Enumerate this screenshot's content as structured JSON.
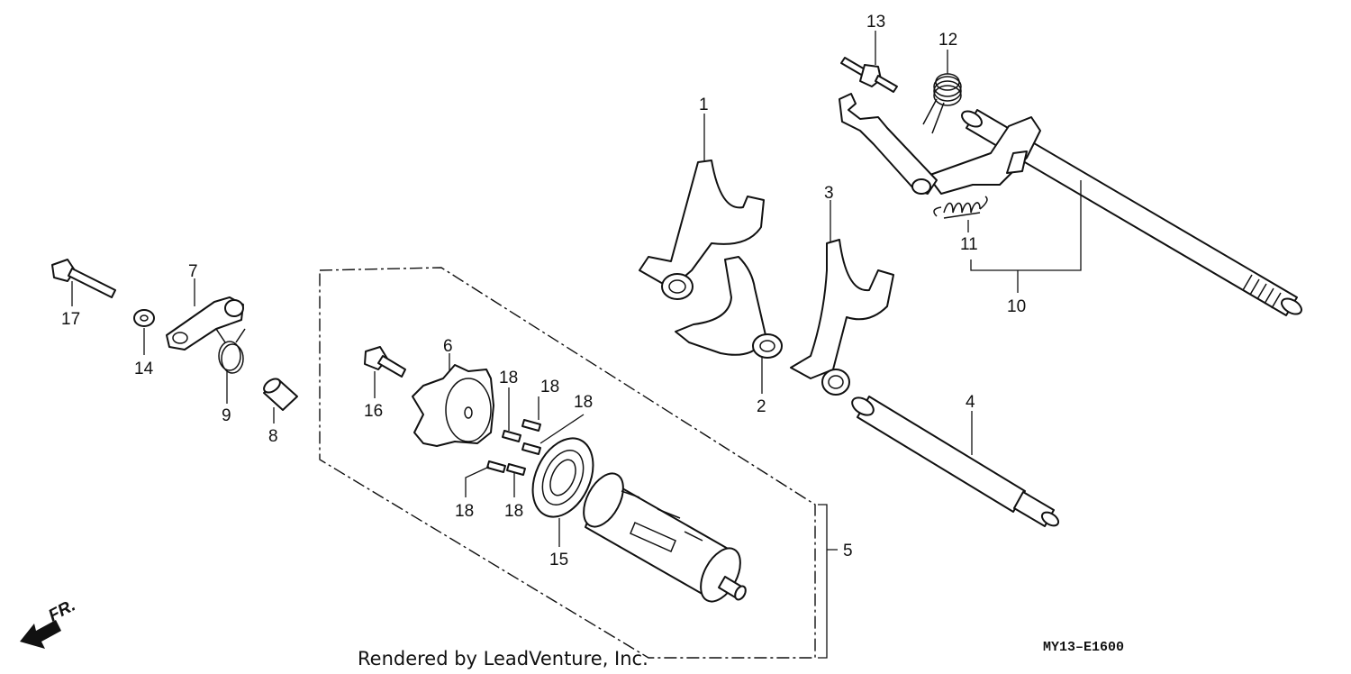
{
  "diagram": {
    "part_labels": [
      {
        "id": "1",
        "text": "1"
      },
      {
        "id": "2",
        "text": "2"
      },
      {
        "id": "3",
        "text": "3"
      },
      {
        "id": "4",
        "text": "4"
      },
      {
        "id": "5",
        "text": "5"
      },
      {
        "id": "6",
        "text": "6"
      },
      {
        "id": "7",
        "text": "7"
      },
      {
        "id": "8",
        "text": "8"
      },
      {
        "id": "9",
        "text": "9"
      },
      {
        "id": "10",
        "text": "10"
      },
      {
        "id": "11",
        "text": "11"
      },
      {
        "id": "12",
        "text": "12"
      },
      {
        "id": "13",
        "text": "13"
      },
      {
        "id": "14",
        "text": "14"
      },
      {
        "id": "15",
        "text": "15"
      },
      {
        "id": "16",
        "text": "16"
      },
      {
        "id": "17",
        "text": "17"
      },
      {
        "id": "18a",
        "text": "18"
      },
      {
        "id": "18b",
        "text": "18"
      },
      {
        "id": "18c",
        "text": "18"
      },
      {
        "id": "18d",
        "text": "18"
      },
      {
        "id": "18e",
        "text": "18"
      }
    ],
    "front_indicator": "FR.",
    "diagram_code": "MY13–E1600",
    "credit": "Rendered by LeadVenture, Inc."
  }
}
